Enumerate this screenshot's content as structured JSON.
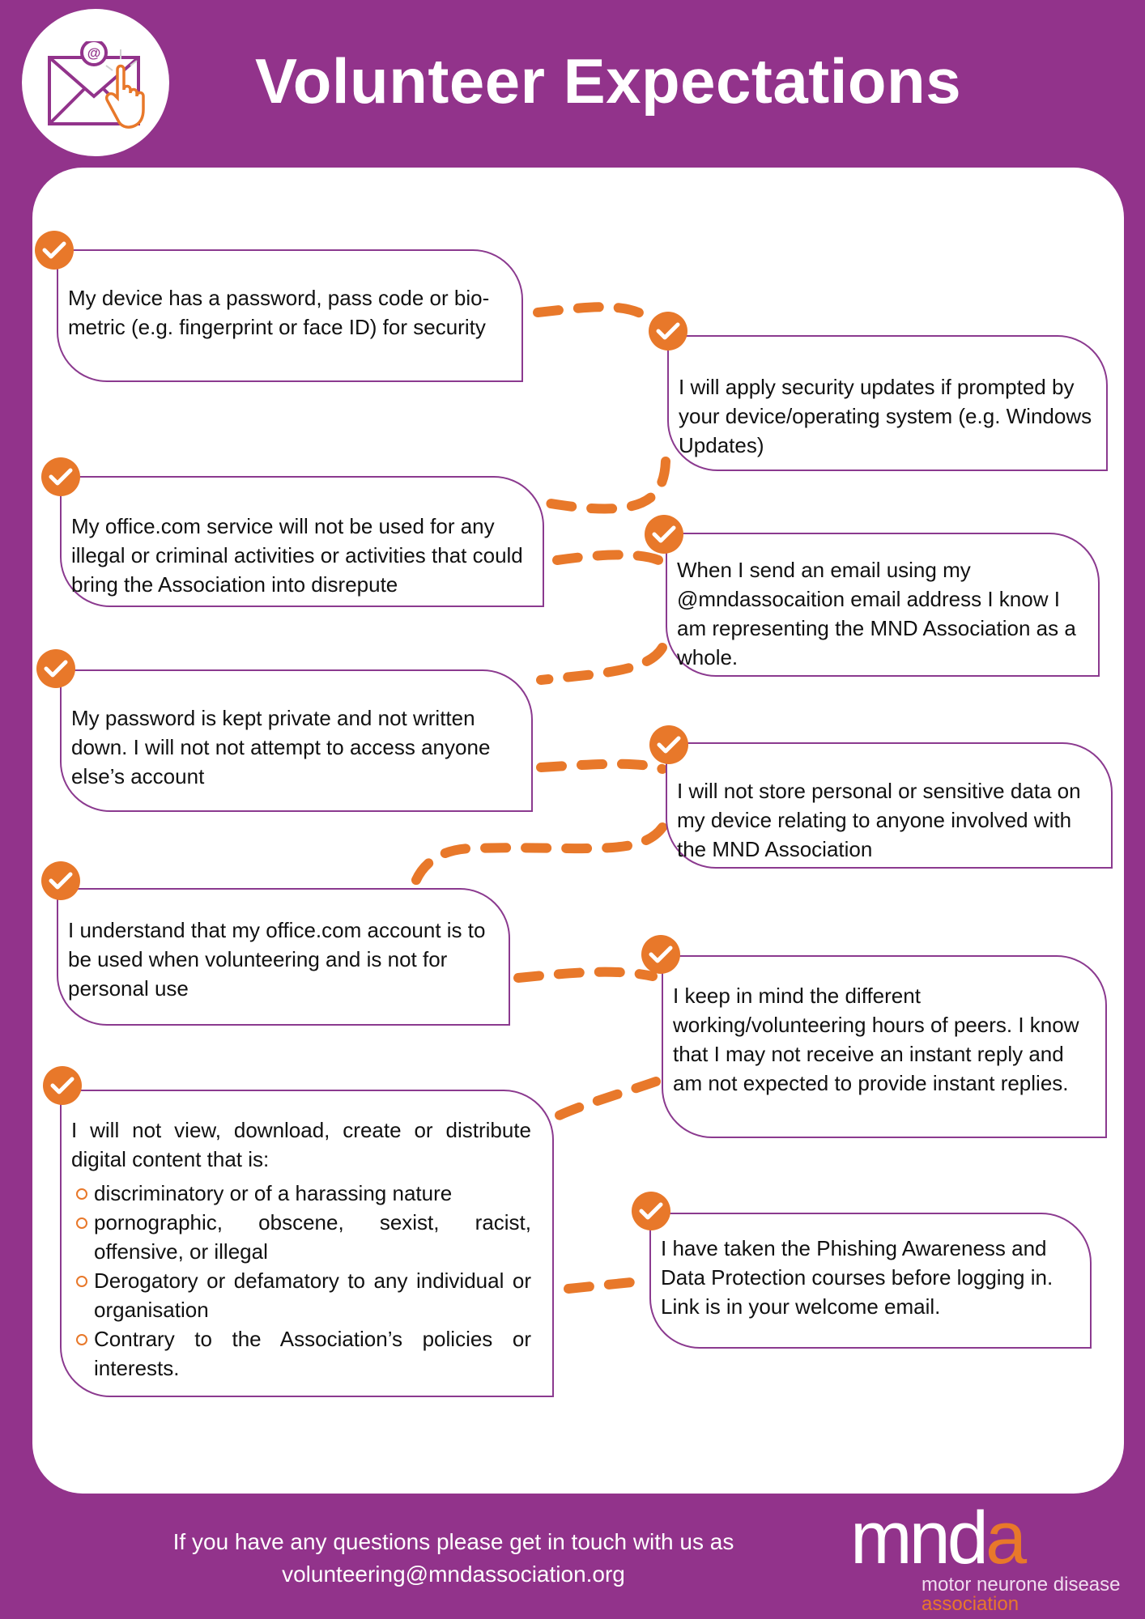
{
  "header": {
    "title": "Volunteer Expectations",
    "logo_icon": "email-click-icon"
  },
  "colors": {
    "background": "#92338b",
    "panel": "#ffffff",
    "accent_orange": "#e8782a",
    "card_border": "#8b3a8f",
    "text": "#111111"
  },
  "cards": [
    {
      "id": 1,
      "text": "My device has a password, pass code or bio-metric (e.g. fingerprint or face ID) for security"
    },
    {
      "id": 2,
      "text": "I will apply security updates if prompted by your device/operating system (e.g. Windows Updates)"
    },
    {
      "id": 3,
      "text": "My office.com service will not be used for any illegal or criminal activities or activities that could bring the Association into disrepute"
    },
    {
      "id": 4,
      "text": "When I send an email using my @mndassocaition email address I know I am representing the MND Association as a whole."
    },
    {
      "id": 5,
      "text": "My password is kept private and not written down. I will not not attempt to access anyone else’s account"
    },
    {
      "id": 6,
      "text": "I will not store personal or sensitive data on my device relating to anyone involved with the MND Association"
    },
    {
      "id": 7,
      "text": "I understand that my office.com account is to be used when volunteering and is not for personal use"
    },
    {
      "id": 8,
      "text": "I keep in mind the different working/volunteering hours of peers. I know that I may not receive an instant reply and am not expected to provide instant replies."
    },
    {
      "id": 9,
      "text": "I will not view, download, create or distribute digital content that is:",
      "bullets": [
        "discriminatory or of a harassing nature",
        "pornographic, obscene, sexist, racist, offensive, or illegal",
        "Derogatory or defamatory to any individual or organisation",
        "Contrary to the Association’s policies or interests."
      ]
    },
    {
      "id": 10,
      "text": "I have taken the Phishing Awareness and Data Protection courses before logging in. Link is in your welcome email."
    }
  ],
  "icons": {
    "check": "check-circle-icon",
    "bullet": "hollow-circle-bullet-icon"
  },
  "footer": {
    "contact_line1": "If you have any questions please get in touch with us as",
    "contact_line2": "volunteering@mndassociation.org",
    "brand_letters_white": "mnd",
    "brand_letters_orange": "a",
    "brand_tagline1": "motor neurone disease",
    "brand_tagline2": "association"
  }
}
